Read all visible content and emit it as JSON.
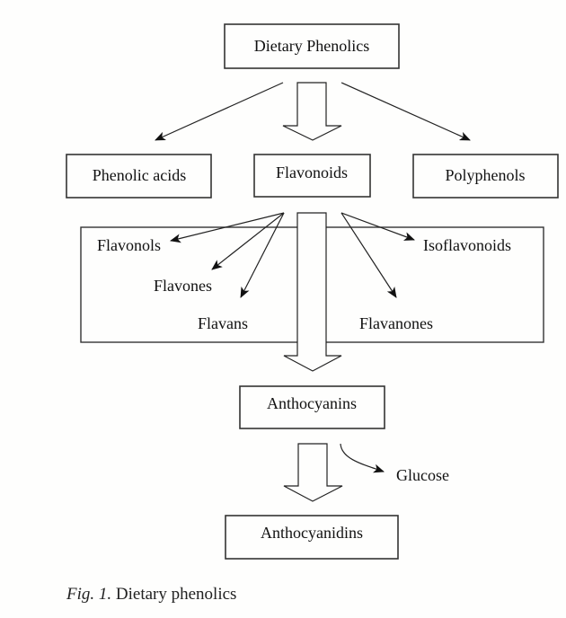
{
  "diagram": {
    "type": "flowchart",
    "nodes": {
      "root": "Dietary Phenolics",
      "phenolic_acids": "Phenolic acids",
      "flavonoids": "Flavonoids",
      "polyphenols": "Polyphenols",
      "flavonols": "Flavonols",
      "flavones": "Flavones",
      "flavans": "Flavans",
      "isoflavonoids": "Isoflavonoids",
      "flavanones": "Flavanones",
      "anthocyanins": "Anthocyanins",
      "glucose": "Glucose",
      "anthocyanidins": "Anthocyanidins"
    },
    "edges": [
      {
        "from": "Dietary Phenolics",
        "to": "Phenolic acids",
        "style": "line-arrow"
      },
      {
        "from": "Dietary Phenolics",
        "to": "Flavonoids",
        "style": "block-arrow"
      },
      {
        "from": "Dietary Phenolics",
        "to": "Polyphenols",
        "style": "line-arrow"
      },
      {
        "from": "Flavonoids",
        "to": "Flavonols",
        "style": "line-arrow"
      },
      {
        "from": "Flavonoids",
        "to": "Flavones",
        "style": "line-arrow"
      },
      {
        "from": "Flavonoids",
        "to": "Flavans",
        "style": "line-arrow"
      },
      {
        "from": "Flavonoids",
        "to": "Isoflavonoids",
        "style": "line-arrow"
      },
      {
        "from": "Flavonoids",
        "to": "Flavanones",
        "style": "line-arrow"
      },
      {
        "from": "Flavonoids",
        "to": "Anthocyanins",
        "style": "block-arrow"
      },
      {
        "from": "Anthocyanins",
        "to": "Anthocyanidins",
        "style": "block-arrow"
      },
      {
        "from": "Anthocyanins",
        "to": "Glucose",
        "style": "curved-arrow"
      }
    ]
  },
  "caption": {
    "figure_label": "Fig. 1.",
    "text": " Dietary phenolics"
  }
}
